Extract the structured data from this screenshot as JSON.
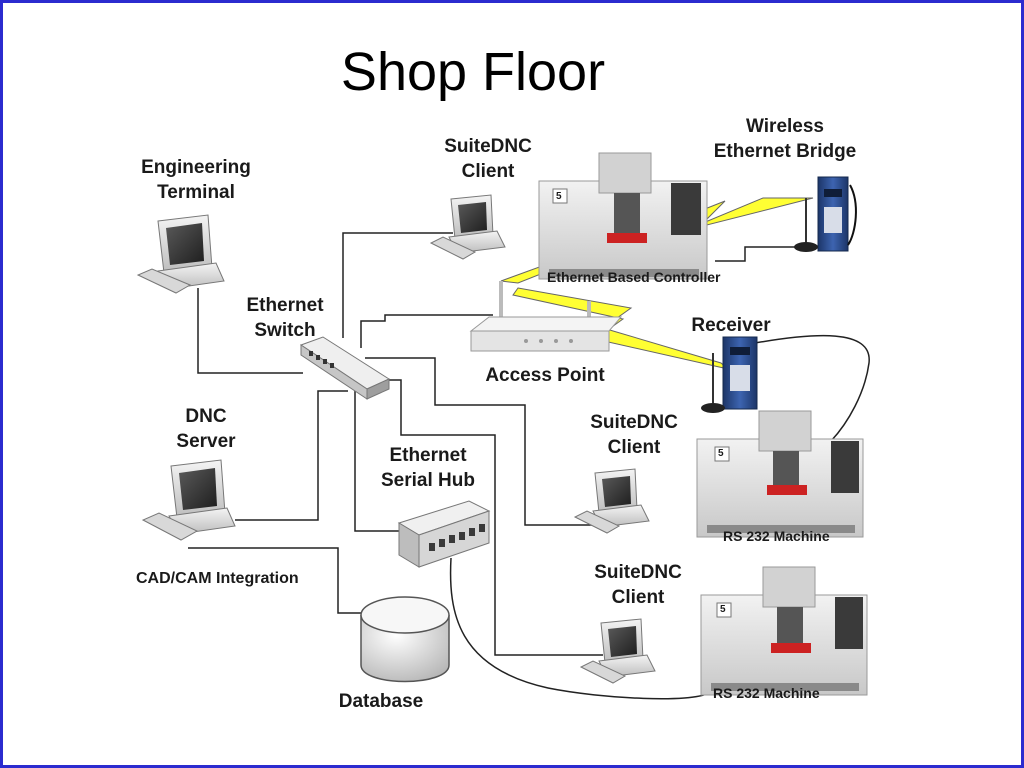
{
  "title": "Shop Floor",
  "nodes": {
    "engineering_terminal": [
      "Engineering",
      "Terminal"
    ],
    "suitednc_client_top": [
      "SuiteDNC",
      "Client"
    ],
    "wireless_bridge": [
      "Wireless",
      "Ethernet Bridge"
    ],
    "ethernet_switch": [
      "Ethernet",
      "Switch"
    ],
    "access_point": "Access Point",
    "receiver": "Receiver",
    "dnc_server": [
      "DNC",
      "Server"
    ],
    "ethernet_serial_hub": [
      "Ethernet",
      "Serial Hub"
    ],
    "suitednc_client_mid": [
      "SuiteDNC",
      "Client"
    ],
    "suitednc_client_bottom": [
      "SuiteDNC",
      "Client"
    ],
    "cad_cam": "CAD/CAM Integration",
    "database": "Database",
    "ethernet_controller": "Ethernet Based Controller",
    "rs232_machine_1": "RS 232 Machine",
    "rs232_machine_2": "RS 232 Machine",
    "machine_badge": "5"
  },
  "colors": {
    "frame": "#2b2bcf",
    "wireless_bolt": "#ffff33",
    "device_body": "#e6e6e6",
    "device_shadow": "#9a9a9a",
    "screen": "#3a3a3a",
    "machine_red": "#cc2222",
    "bridge_blue": "#2a4b8d"
  }
}
